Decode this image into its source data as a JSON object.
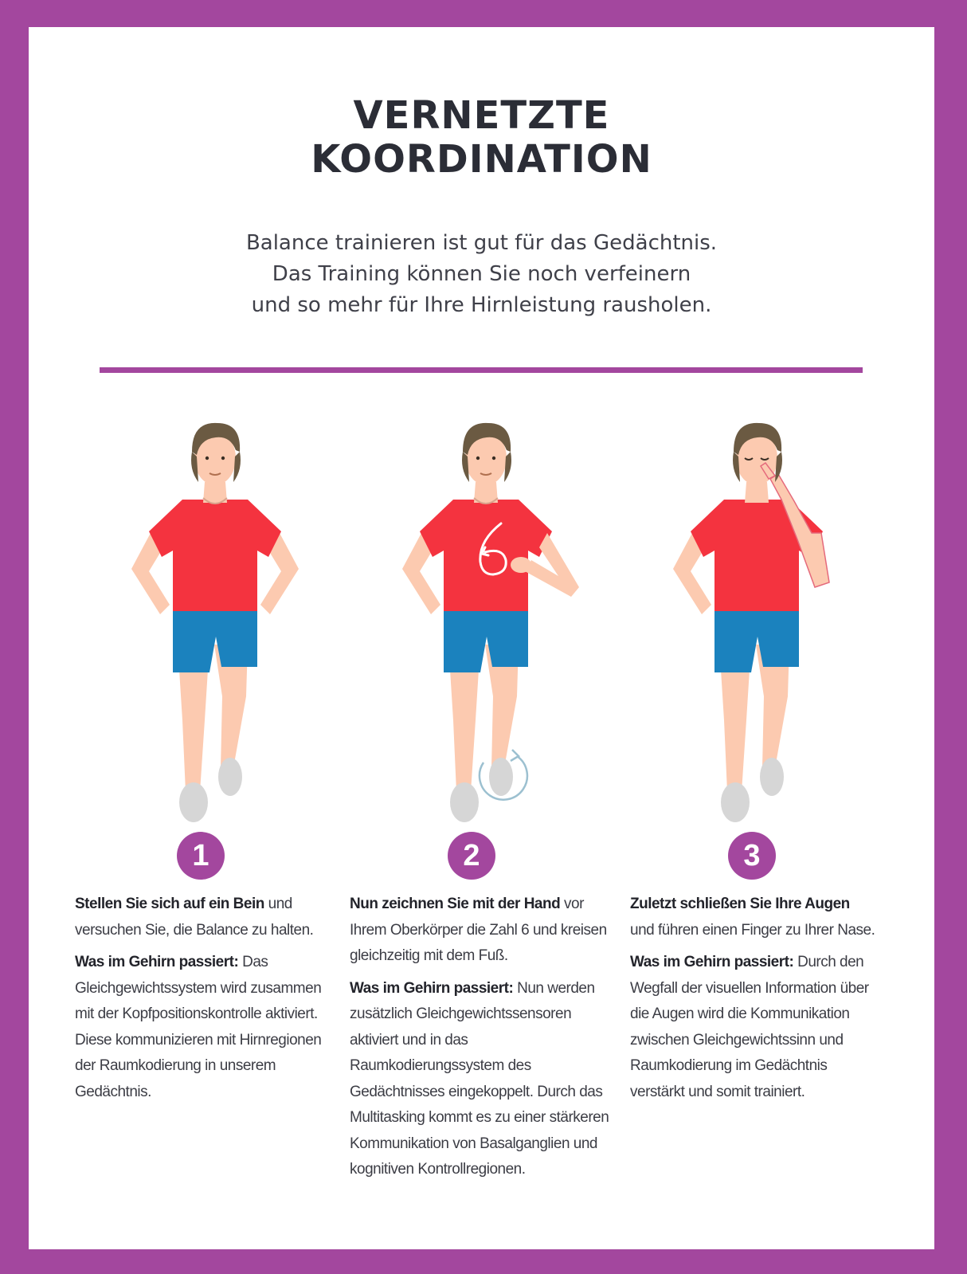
{
  "title_lines": [
    "VERNETZTE",
    "KOORDINATION"
  ],
  "intro_lines": [
    "Balance trainieren ist gut für das Gedächtnis.",
    "Das Training können Sie noch verfeinern",
    "und so mehr für Ihre Hirnleistung rausholen."
  ],
  "colors": {
    "accent": "#a3479e",
    "shirt": "#f4333f",
    "shorts": "#1b82be",
    "skin": "#fccab0",
    "hair": "#6b5a42",
    "shoes": "#d6d6d6",
    "text": "#3c3d45"
  },
  "steps": [
    {
      "number": "1",
      "illustration": "person-standing-on-one-leg",
      "instruction_bold": "Stellen Sie sich auf ein Bein",
      "instruction_rest": " und versuchen Sie, die Balance zu halten.",
      "brain_label": "Was im Gehirn passiert:",
      "brain_text": " Das Gleichgewichtssystem wird zusammen mit der Kopfpositionskontrolle aktiviert. Diese kommunizieren mit Hirnregionen der Raumkodierung in unserem Gedächtnis."
    },
    {
      "number": "2",
      "illustration": "person-drawing-number-six",
      "hand_drawn_number": "6",
      "instruction_bold": "Nun zeichnen Sie mit der Hand",
      "instruction_rest": " vor Ihrem Oberkörper die Zahl 6 und kreisen gleichzeitig mit dem Fuß.",
      "brain_label": "Was im Gehirn passiert:",
      "brain_text": " Nun werden zusätzlich Gleichgewichtssensoren aktiviert und in das Raumkodierungssystem des Gedächtnisses eingekoppelt. Durch das Multitasking kommt es zu einer stärkeren Kommunikation von Basalganglien und kognitiven Kontrollregionen."
    },
    {
      "number": "3",
      "illustration": "person-eyes-closed-finger-to-nose",
      "instruction_bold": "Zuletzt schließen Sie Ihre Augen",
      "instruction_rest": " und führen einen Finger zu Ihrer Nase.",
      "brain_label": "Was im Gehirn passiert:",
      "brain_text": " Durch den Wegfall der visuellen Information über die Augen wird die Kommunikation zwischen Gleichgewichtssinn und Raumkodierung im Gedächtnis verstärkt und somit trainiert."
    }
  ]
}
